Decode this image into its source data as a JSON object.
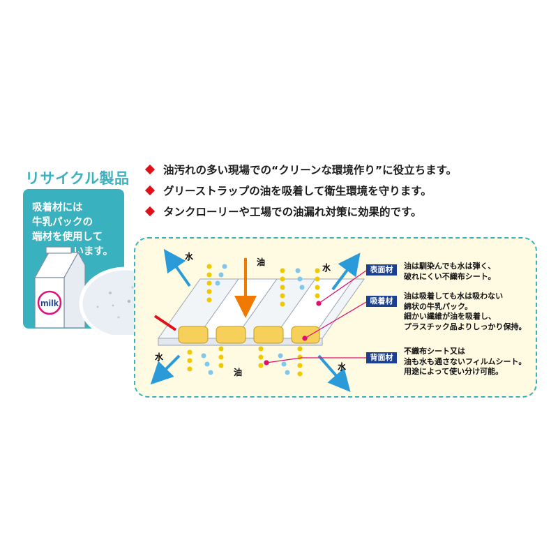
{
  "recycle": {
    "title": "リサイクル製品",
    "lines": [
      "吸着材には",
      "牛乳パックの",
      "端材を使用して",
      "います。"
    ],
    "carton_label": "milk"
  },
  "bullets": [
    "油汚れの多い現場での“クリーンな環境作り”に役立ちます。",
    "グリーストラップの油を吸着して衛生環境を守ります。",
    "タンクローリーや工場での油漏れ対策に効果的です。"
  ],
  "diagram": {
    "labels": {
      "water_top_left": "水",
      "oil_top": "油",
      "water_top_right": "水",
      "water_bottom_left": "水",
      "oil_bottom": "油",
      "water_bottom_right": "水"
    },
    "layers": [
      {
        "badge": "表面材",
        "lines": [
          "油は馴染んでも水は弾く、",
          "破れにくい不織布シート。"
        ]
      },
      {
        "badge": "吸着材",
        "lines": [
          "油は吸着しても水は吸わない",
          "綿状の牛乳パック。",
          "細かい繊維が油を吸着し、",
          "プラスチック品よりしっかり保持。"
        ]
      },
      {
        "badge": "背面材",
        "lines": [
          "不織布シート又は",
          "油も水も通さないフィルムシート。",
          "用途によって使い分け可能。"
        ]
      }
    ],
    "colors": {
      "water": "#2a9bd8",
      "oil": "#f0c800",
      "oil_arrow": "#f07a00",
      "pointer": "#e0106e",
      "badge": "#1c3f8f"
    }
  }
}
